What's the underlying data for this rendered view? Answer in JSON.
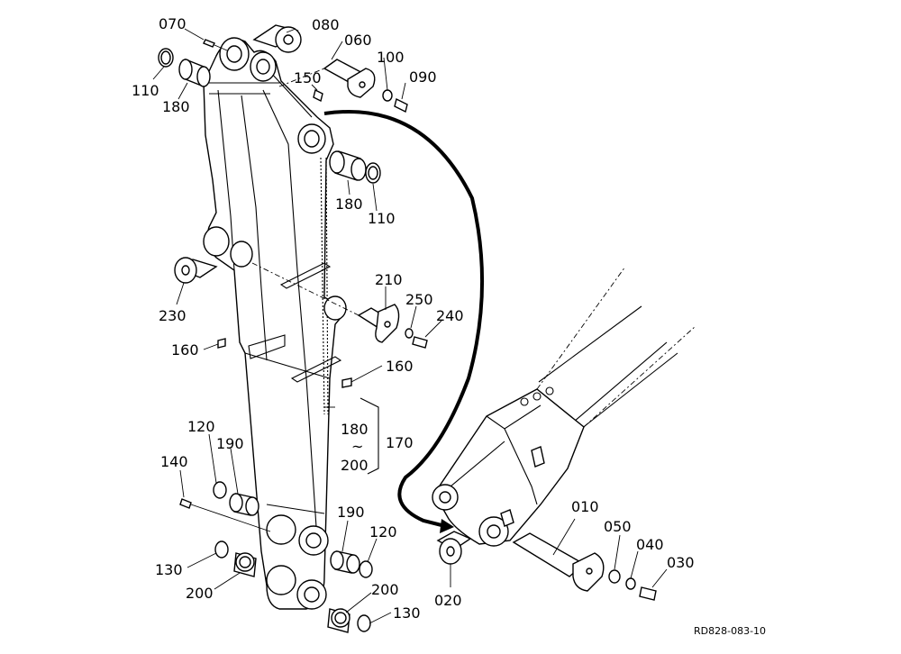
{
  "drawing_ref": "RD828-083-10",
  "labels": {
    "p070": "070",
    "p080": "080",
    "p060": "060",
    "p100": "100",
    "p090": "090",
    "p110a": "110",
    "p180a": "180",
    "p150": "150",
    "p180b": "180",
    "p110b": "110",
    "p230": "230",
    "p210": "210",
    "p250": "250",
    "p240": "240",
    "p160a": "160",
    "p160b": "160",
    "p180c": "180",
    "ptilde": "~",
    "p200c": "200",
    "p170": "170",
    "p120a": "120",
    "p190a": "190",
    "p140": "140",
    "p190b": "190",
    "p120b": "120",
    "p130a": "130",
    "p200a": "200",
    "p200b": "200",
    "p130b": "130",
    "p010": "010",
    "p050": "050",
    "p040": "040",
    "p030": "030",
    "p020": "020"
  }
}
